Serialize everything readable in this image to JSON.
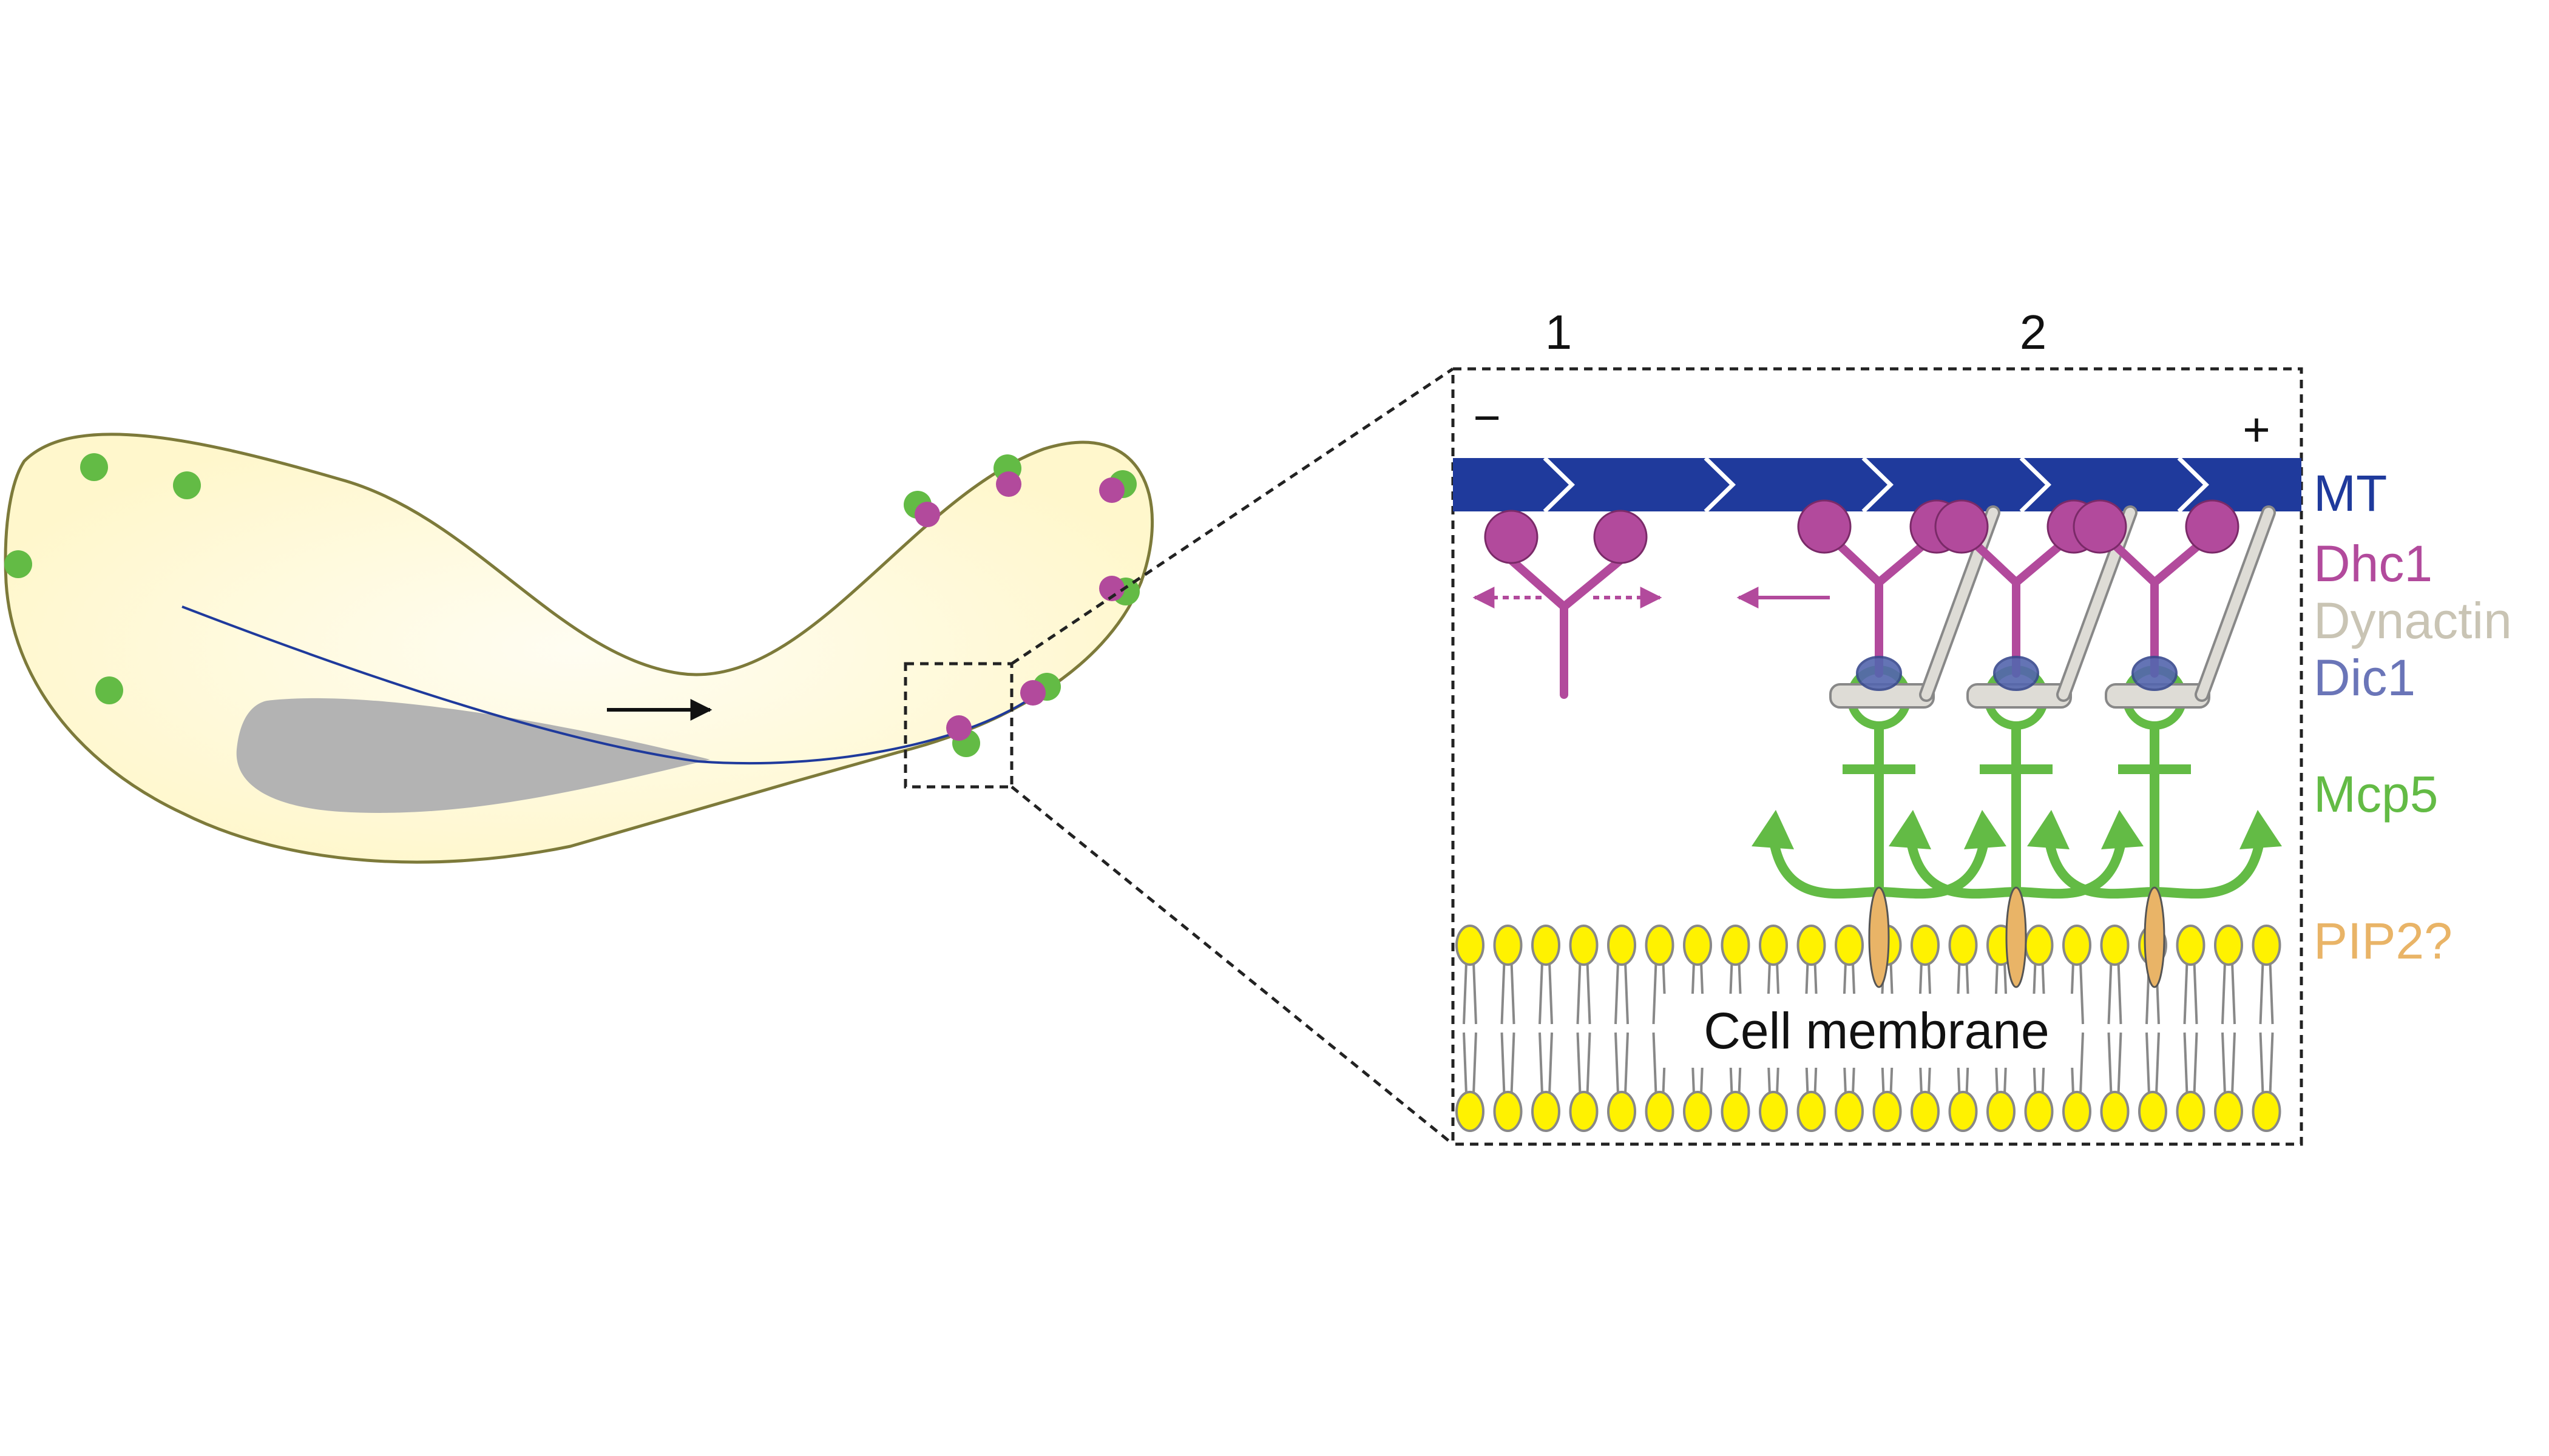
{
  "panel_labels": {
    "step1": "1",
    "step2": "2"
  },
  "polarity": {
    "minus": "−",
    "plus": "+"
  },
  "legend": [
    {
      "key": "mt",
      "text": "MT",
      "color": "#1f3a9c"
    },
    {
      "key": "dhc1",
      "text": "Dhc1",
      "color": "#b24a9c"
    },
    {
      "key": "dynactin",
      "text": "Dynactin",
      "color": "#c9c4b4"
    },
    {
      "key": "dic1",
      "text": "Dic1",
      "color": "#6a75b8"
    },
    {
      "key": "mcp5",
      "text": "Mcp5",
      "color": "#63bb45"
    },
    {
      "key": "pip2",
      "text": "PIP2?",
      "color": "#e9b467"
    }
  ],
  "membrane_label": "Cell membrane",
  "colors": {
    "cell_fill": "#fffbe3",
    "cell_outline": "#7d7a3a",
    "nucleus": "#b3b3b3",
    "microtubule_line": "#1f3a9c",
    "mcp5_dot": "#63bb45",
    "dhc1_dot": "#b24a9c",
    "lipid_head": "#fff200",
    "lipid_outline": "#888888",
    "arrow": "#111111"
  }
}
